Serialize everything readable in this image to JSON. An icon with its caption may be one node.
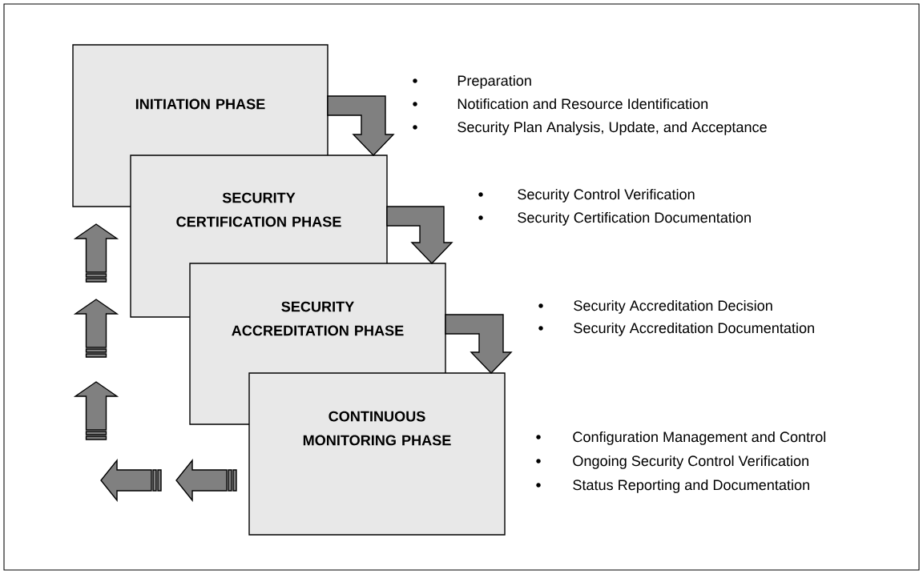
{
  "diagram": {
    "nodes": [
      {
        "text": [
          "INITIATION PHASE"
        ],
        "beside": [
          "Preparation",
          "Notification and Resource Identification",
          "Security Plan Analysis, Update, and Acceptance"
        ]
      },
      {
        "text": [
          "SECURITY CERTIFICATION PHASE"
        ],
        "beside": [
          "Security Control Verification",
          "Security Certification Documentation"
        ]
      },
      {
        "text": [
          "SECURITY ACCREDITATION PHASE"
        ],
        "beside": [
          "Security Accreditation Decision",
          "Security Accreditation Documentation"
        ]
      },
      {
        "text": [
          "CONTINUOUS MONITORING PHASE"
        ],
        "beside": [
          "Configuration Management and Control",
          "Ongoing Security Control Verification",
          "Status Reporting and Documentation"
        ]
      }
    ],
    "edges": [
      {
        "from": 0,
        "to": 1,
        "arrow": "to"
      },
      {
        "from": 1,
        "to": 2,
        "arrow": "to"
      },
      {
        "from": 2,
        "to": 3,
        "arrow": "to"
      }
    ]
  }
}
